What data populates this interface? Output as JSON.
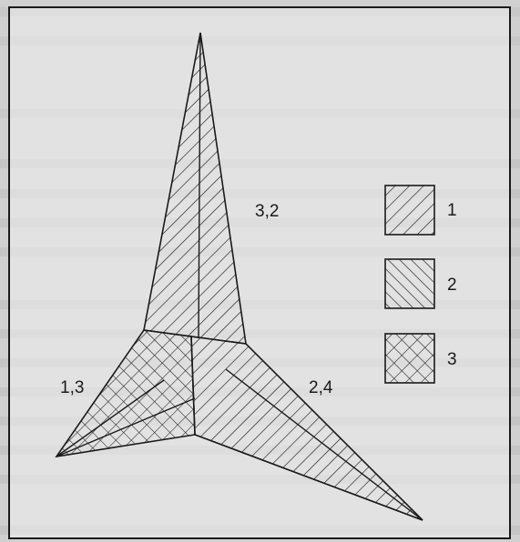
{
  "diagram": {
    "regions": [
      {
        "label": "3,2",
        "pattern": "1"
      },
      {
        "label": "1,3",
        "pattern": "3"
      },
      {
        "label": "2,4",
        "pattern": "1"
      }
    ],
    "legend": [
      {
        "pattern": "1",
        "label": "1"
      },
      {
        "pattern": "2",
        "label": "2"
      },
      {
        "pattern": "3",
        "label": "3"
      }
    ]
  },
  "colors": {
    "page_background": "#cfcfcf",
    "frame_fill": "#f2f2f2",
    "ink": "#1a1a1a"
  }
}
